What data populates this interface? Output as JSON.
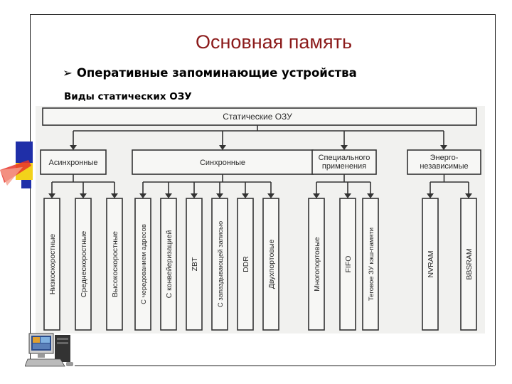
{
  "slide": {
    "title": "Основная память",
    "bullet_icon": "arrow-right-bullet-icon",
    "bullet": "Оперативные запоминающие устройства",
    "subtitle": "Виды статических ОЗУ"
  },
  "diagram": {
    "root": "Статические ОЗУ",
    "groups": [
      {
        "label_lines": [
          "Асинхронные"
        ],
        "children": [
          "Низкоскоростные",
          "Среднескоростные",
          "Высокоскоростные"
        ]
      },
      {
        "label_lines": [
          "Синхронные"
        ],
        "children": [
          "С чередованием адресов",
          "С конвейеризацией",
          "ZBT",
          "С запаздывающей записью",
          "DDR",
          "Двухпортовые"
        ]
      },
      {
        "label_lines": [
          "Специального",
          "применения"
        ],
        "children": [
          "Многопортовые",
          "FIFO",
          "Теговое ЗУ кэш-памяти"
        ]
      },
      {
        "label_lines": [
          "Энерго-",
          "независимые"
        ],
        "children": [
          "NVRAM",
          "BBSRAM"
        ]
      }
    ]
  },
  "colors": {
    "title": "#8b1a1a",
    "deco_blue": "#1f2fa8",
    "deco_yellow": "#f2d21b",
    "deco_red": "#e8332a",
    "diagram_ink": "#333333"
  },
  "icons": [
    "computer-icon"
  ]
}
